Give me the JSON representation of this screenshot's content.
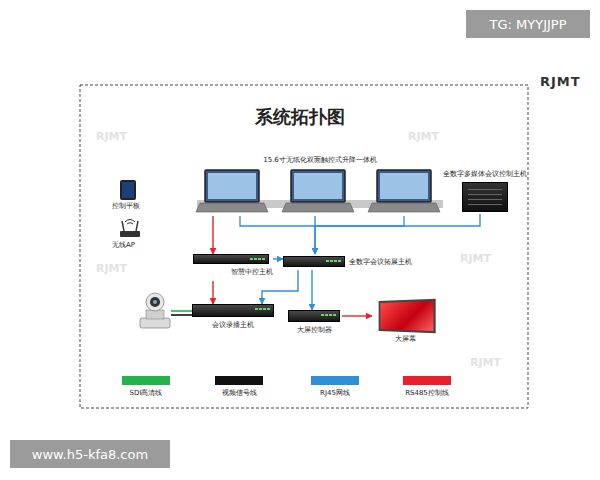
{
  "diagram": {
    "title": "系统拓扑图",
    "nodes": [
      {
        "text": [
          "15.6寸无纸化双面触控式升降一体机"
        ]
      },
      {
        "text": [
          "全数字多媒体会议控制主机"
        ]
      },
      {
        "text": [
          "智慧中控主机"
        ]
      },
      {
        "text": [
          "全数字会议拓展主机"
        ]
      },
      {
        "text": [
          "会议录播主机"
        ]
      },
      {
        "text": [
          "大屏控制器"
        ]
      },
      {
        "text": [
          "大屏幕"
        ]
      },
      {
        "text": [
          "控制平板"
        ]
      },
      {
        "text": [
          "无线AP"
        ]
      }
    ],
    "edges": [
      {
        "from": 0,
        "to": 2,
        "arrow": "to"
      },
      {
        "from": 2,
        "to": 4,
        "arrow": "to"
      },
      {
        "from": 0,
        "to": 3,
        "arrow": "to"
      },
      {
        "from": 1,
        "to": 3,
        "arrow": "to"
      },
      {
        "from": 2,
        "to": 3,
        "arrow": "to"
      },
      {
        "from": 3,
        "to": 5,
        "arrow": "to"
      },
      {
        "from": 3,
        "to": 4,
        "arrow": "to"
      },
      {
        "from": 5,
        "to": 6,
        "arrow": "to"
      }
    ],
    "labels": [
      "TG: MYYJJPP",
      "www.h5-kfa8.com",
      "RJMT",
      "RJMT",
      "RJMT",
      "RJMT",
      "RJMT",
      "RJMT"
    ],
    "legend": [
      {
        "text": "SDI高清线",
        "color": "#23b34a"
      },
      {
        "text": "视频信号线",
        "color": "#111111"
      },
      {
        "text": "RJ45网线",
        "color": "#2f8fd8"
      },
      {
        "text": "RS485控制线",
        "color": "#e8202a"
      }
    ]
  }
}
